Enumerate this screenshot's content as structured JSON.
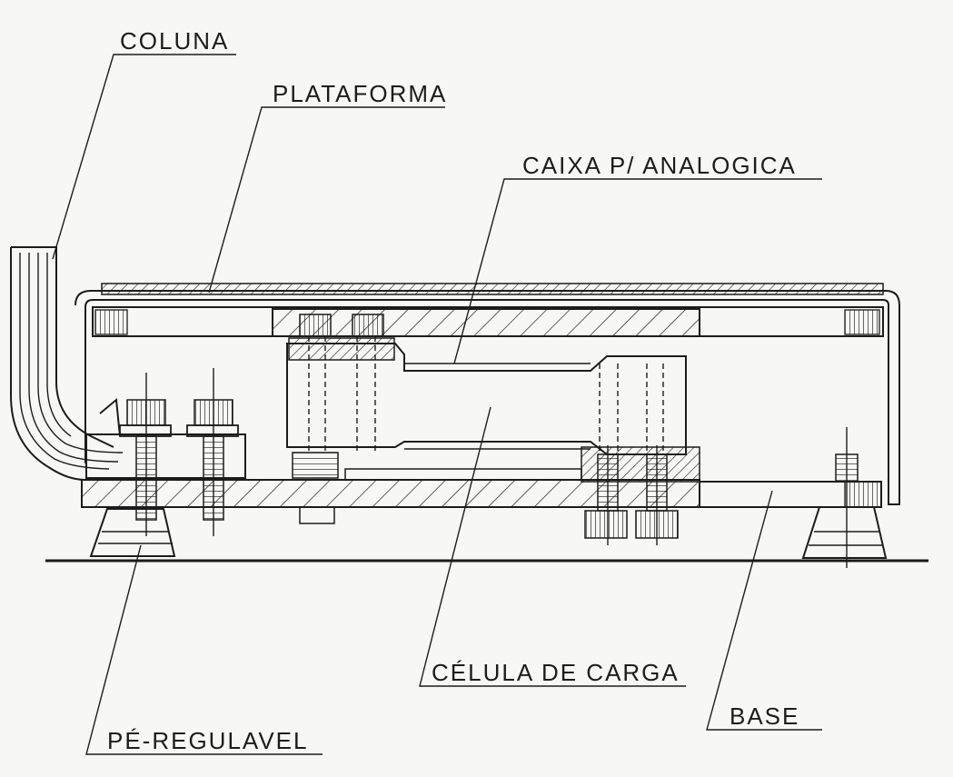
{
  "labels": {
    "coluna": "COLUNA",
    "plataforma": "PLATAFORMA",
    "caixa": "CAIXA P/ ANALOGICA",
    "celula": "CÉLULA DE CARGA",
    "base": "BASE",
    "pe": "PÉ-REGULAVEL"
  }
}
